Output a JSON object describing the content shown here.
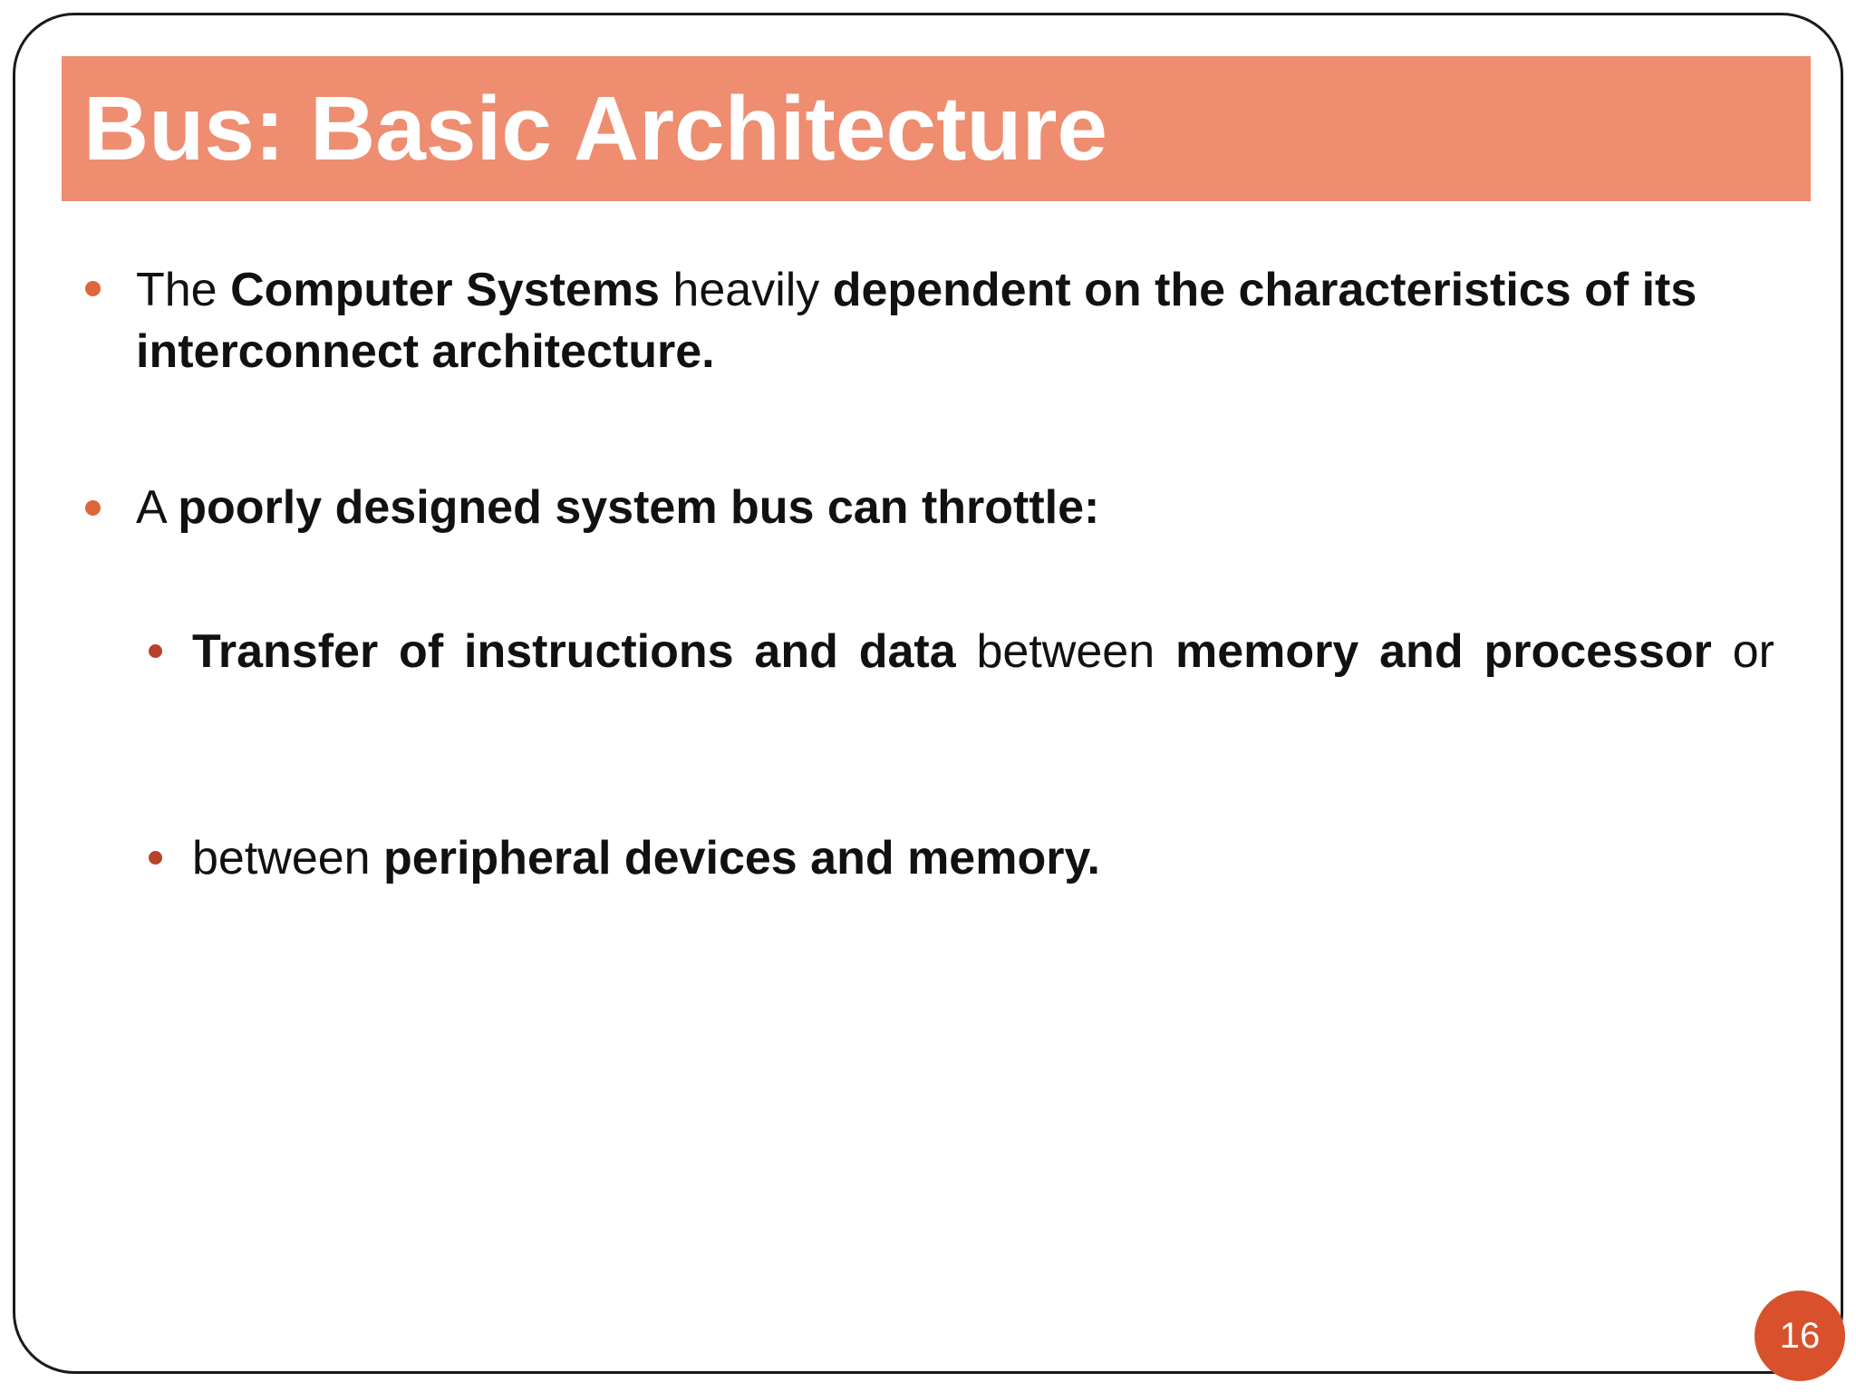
{
  "slide": {
    "title": "Bus: Basic Architecture",
    "page_number": "16",
    "accent_color": "#ee8d70",
    "bullet_color": "#e0643c",
    "page_badge_color": "#d8512c"
  },
  "bullets": [
    {
      "level": 1,
      "runs": [
        {
          "t": "The ",
          "bold": false
        },
        {
          "t": "Computer Systems",
          "bold": true
        },
        {
          "t": " heavily ",
          "bold": false
        },
        {
          "t": "dependent on the characteristics of its interconnect architecture.",
          "bold": true
        }
      ]
    },
    {
      "level": 1,
      "runs": [
        {
          "t": "A ",
          "bold": false
        },
        {
          "t": "poorly designed system bus can throttle:",
          "bold": true
        }
      ]
    },
    {
      "level": 2,
      "runs": [
        {
          "t": "Transfer of instructions and data",
          "bold": true
        },
        {
          "t": " between ",
          "bold": false
        },
        {
          "t": "memory and processor",
          "bold": true
        },
        {
          "t": " or",
          "bold": false
        }
      ]
    },
    {
      "level": 2,
      "runs": [
        {
          "t": "between ",
          "bold": false
        },
        {
          "t": "peripheral devices and memory.",
          "bold": true
        }
      ]
    }
  ]
}
